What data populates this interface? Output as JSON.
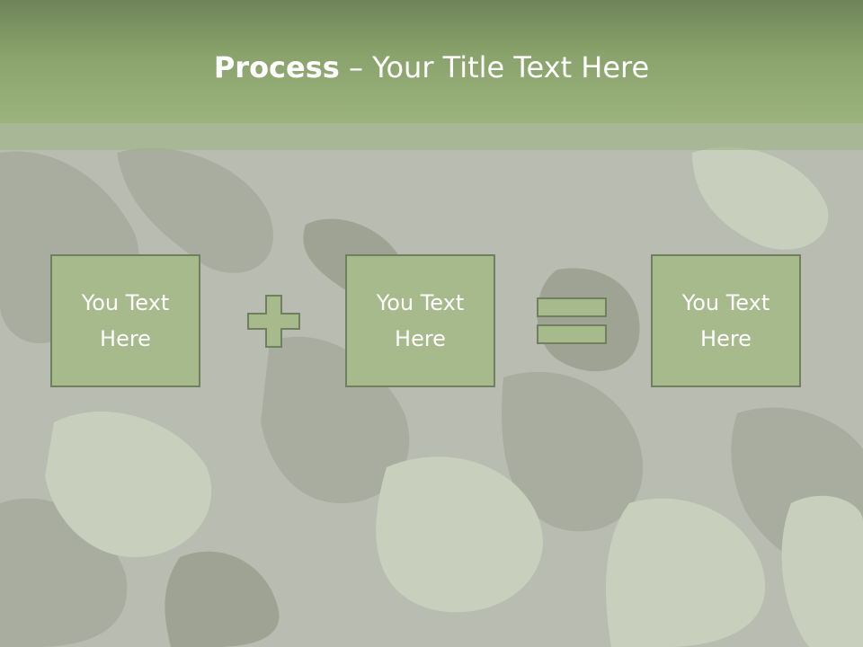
{
  "title": {
    "strong": "Process",
    "rest": " – Your Title Text Here"
  },
  "boxes": [
    {
      "text": "You Text\nHere"
    },
    {
      "text": "You Text\nHere"
    },
    {
      "text": "You Text\nHere"
    }
  ],
  "operators": {
    "plus": "plus-icon",
    "equals": "equals-icon"
  },
  "colors": {
    "title_bar": "#8aa36c",
    "box_fill": "#a6ba8c",
    "box_border": "#6f7f5f",
    "text": "#ffffff"
  }
}
